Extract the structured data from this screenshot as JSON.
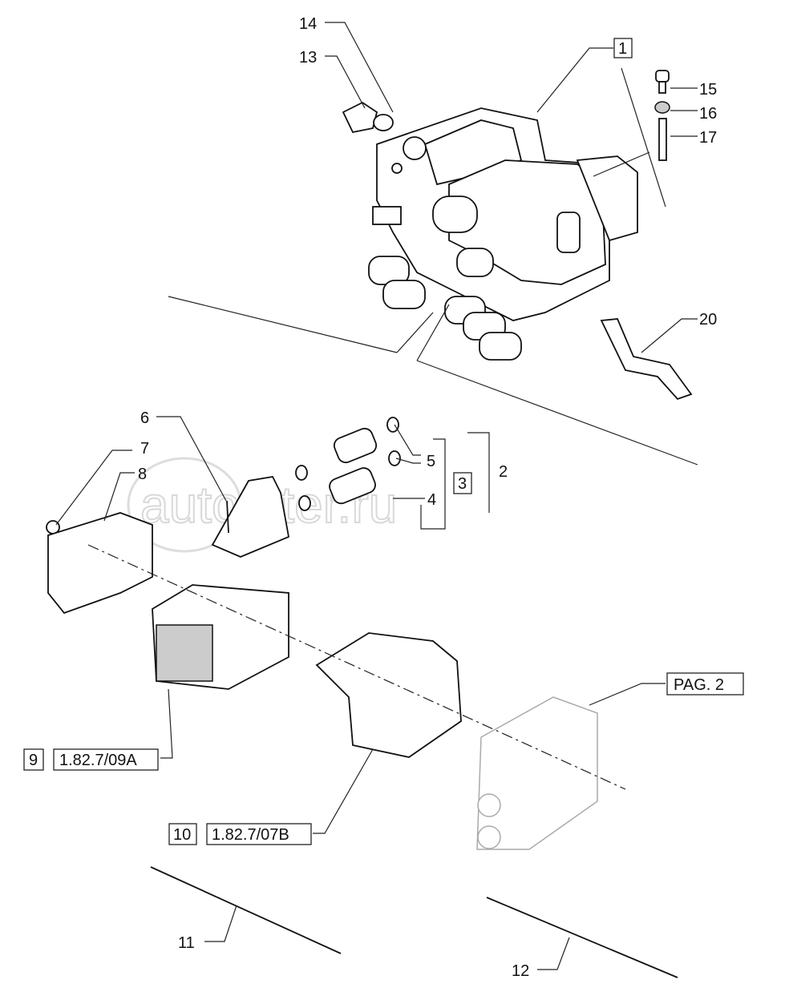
{
  "callouts": {
    "c1": "1",
    "c2": "2",
    "c3": "3",
    "c4": "4",
    "c5": "5",
    "c6": "6",
    "c7": "7",
    "c8": "8",
    "c9": "9",
    "c10": "10",
    "c11": "11",
    "c12": "12",
    "c13": "13",
    "c14": "14",
    "c15": "15",
    "c16": "16",
    "c17": "17",
    "c20": "20"
  },
  "references": {
    "ref9": "1.82.7/09A",
    "ref10": "1.82.7/07B",
    "page2": "PAG. 2"
  },
  "watermark": "autopiter.ru"
}
